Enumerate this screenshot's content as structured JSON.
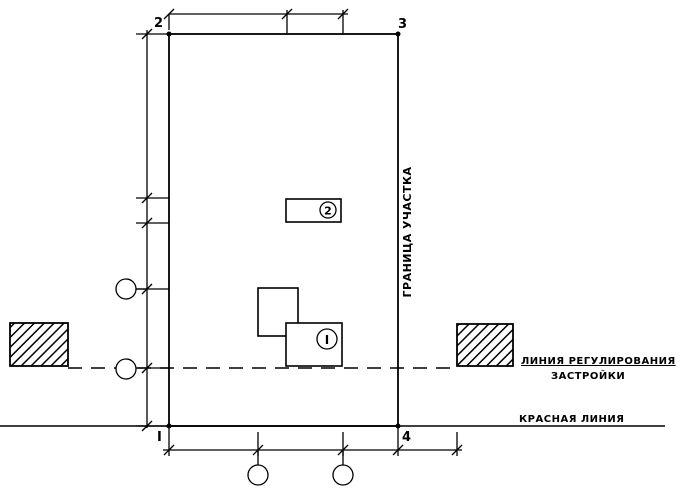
{
  "corners": {
    "c1": "I",
    "c2": "2",
    "c3": "3",
    "c4": "4"
  },
  "buildings": {
    "main_number": "I",
    "secondary_number": "2"
  },
  "labels": {
    "boundary": "ГРАНИЦА УЧАСТКА",
    "regulation_line_1": "ЛИНИЯ РЕГУЛИРОВАНИЯ",
    "regulation_line_2": "ЗАСТРОЙКИ",
    "red_line": "КРАСНАЯ ЛИНИЯ"
  }
}
